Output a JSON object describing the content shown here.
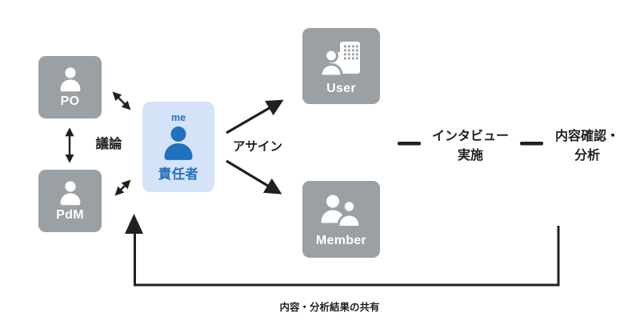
{
  "diagram": {
    "colors": {
      "node_gray": "#9aa0a4",
      "icon_white": "#ffffff",
      "me_bg": "#d4e3f8",
      "me_accent": "#2271bd",
      "ink": "#1f2023",
      "bg": "#ffffff"
    },
    "nodes": {
      "po": {
        "label": "PO",
        "icon": "person-icon"
      },
      "pdm": {
        "label": "PdM",
        "icon": "person-icon"
      },
      "owner": {
        "badge": "me",
        "label": "責任者",
        "icon": "person-icon"
      },
      "user": {
        "label": "User",
        "icon": "person-building-icon"
      },
      "member": {
        "label": "Member",
        "icon": "people-icon"
      }
    },
    "labels": {
      "discussion": "議論",
      "assign": "アサイン",
      "interview_line1": "インタビュー",
      "interview_line2": "実施",
      "analysis_line1": "内容確認・",
      "analysis_line2": "分析",
      "share": "内容・分析結果の共有"
    }
  }
}
